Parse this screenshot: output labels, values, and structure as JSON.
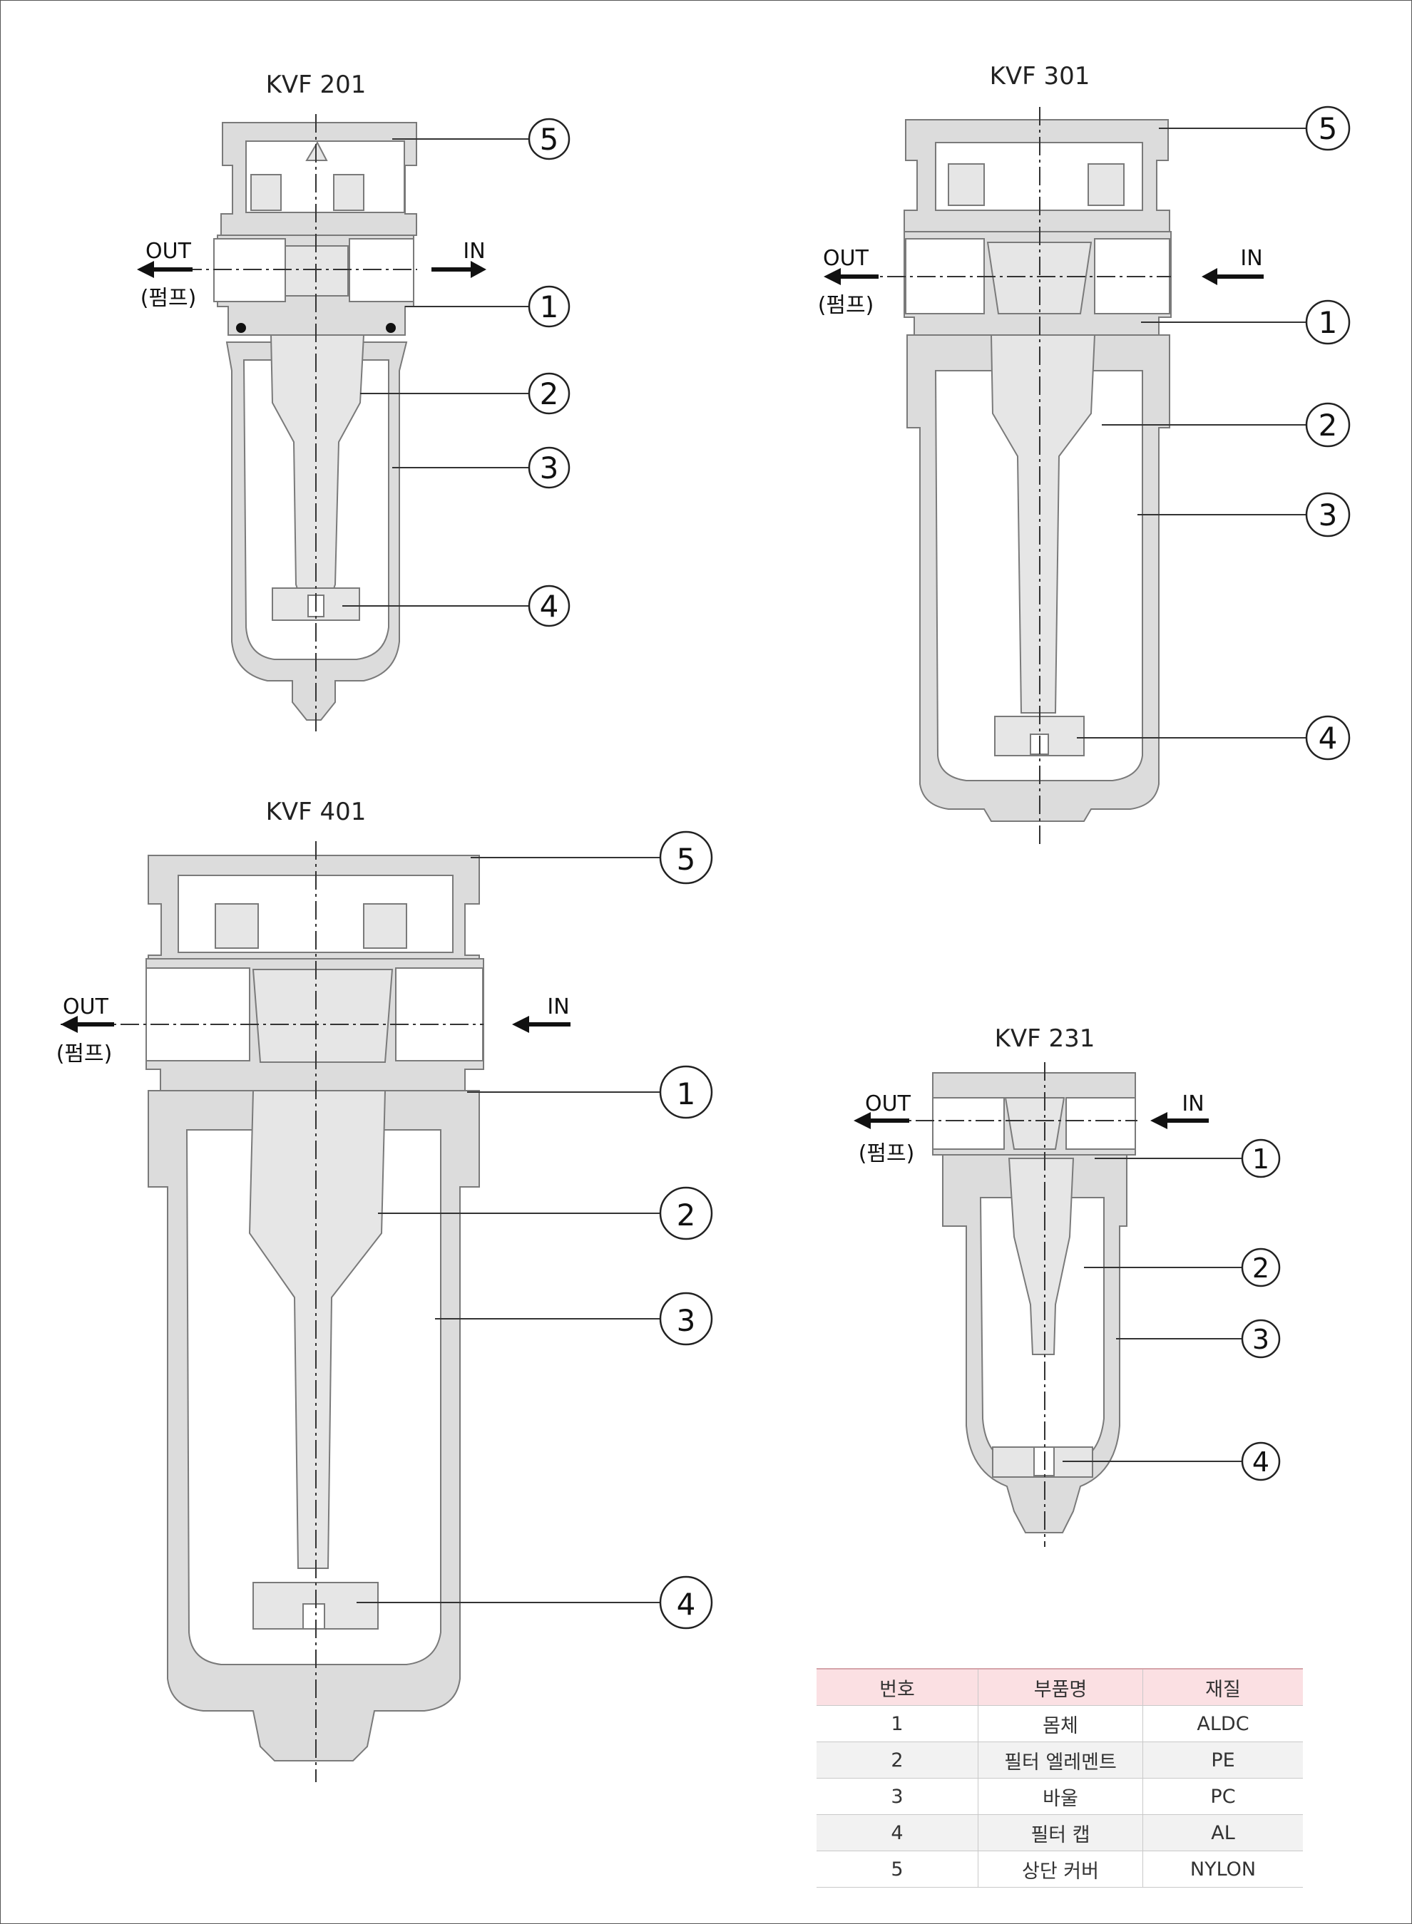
{
  "titles": {
    "kvf201": "KVF 201",
    "kvf301": "KVF 301",
    "kvf401": "KVF 401",
    "kvf231": "KVF 231"
  },
  "flow": {
    "out": "OUT",
    "in": "IN",
    "pump": "(펌프)"
  },
  "callouts": [
    "1",
    "2",
    "3",
    "4",
    "5"
  ],
  "parts_table": {
    "headers": [
      "번호",
      "부품명",
      "재질"
    ],
    "rows": [
      {
        "no": "1",
        "name": "몸체",
        "material": "ALDC"
      },
      {
        "no": "2",
        "name": "필터 엘레멘트",
        "material": "PE"
      },
      {
        "no": "3",
        "name": "바울",
        "material": "PC"
      },
      {
        "no": "4",
        "name": "필터 캡",
        "material": "AL"
      },
      {
        "no": "5",
        "name": "상단 커버",
        "material": "NYLON"
      }
    ]
  },
  "colors": {
    "body_fill": "#dcdcdc",
    "outline": "#7a7a7a",
    "header_fill": "#fbe0e3"
  }
}
